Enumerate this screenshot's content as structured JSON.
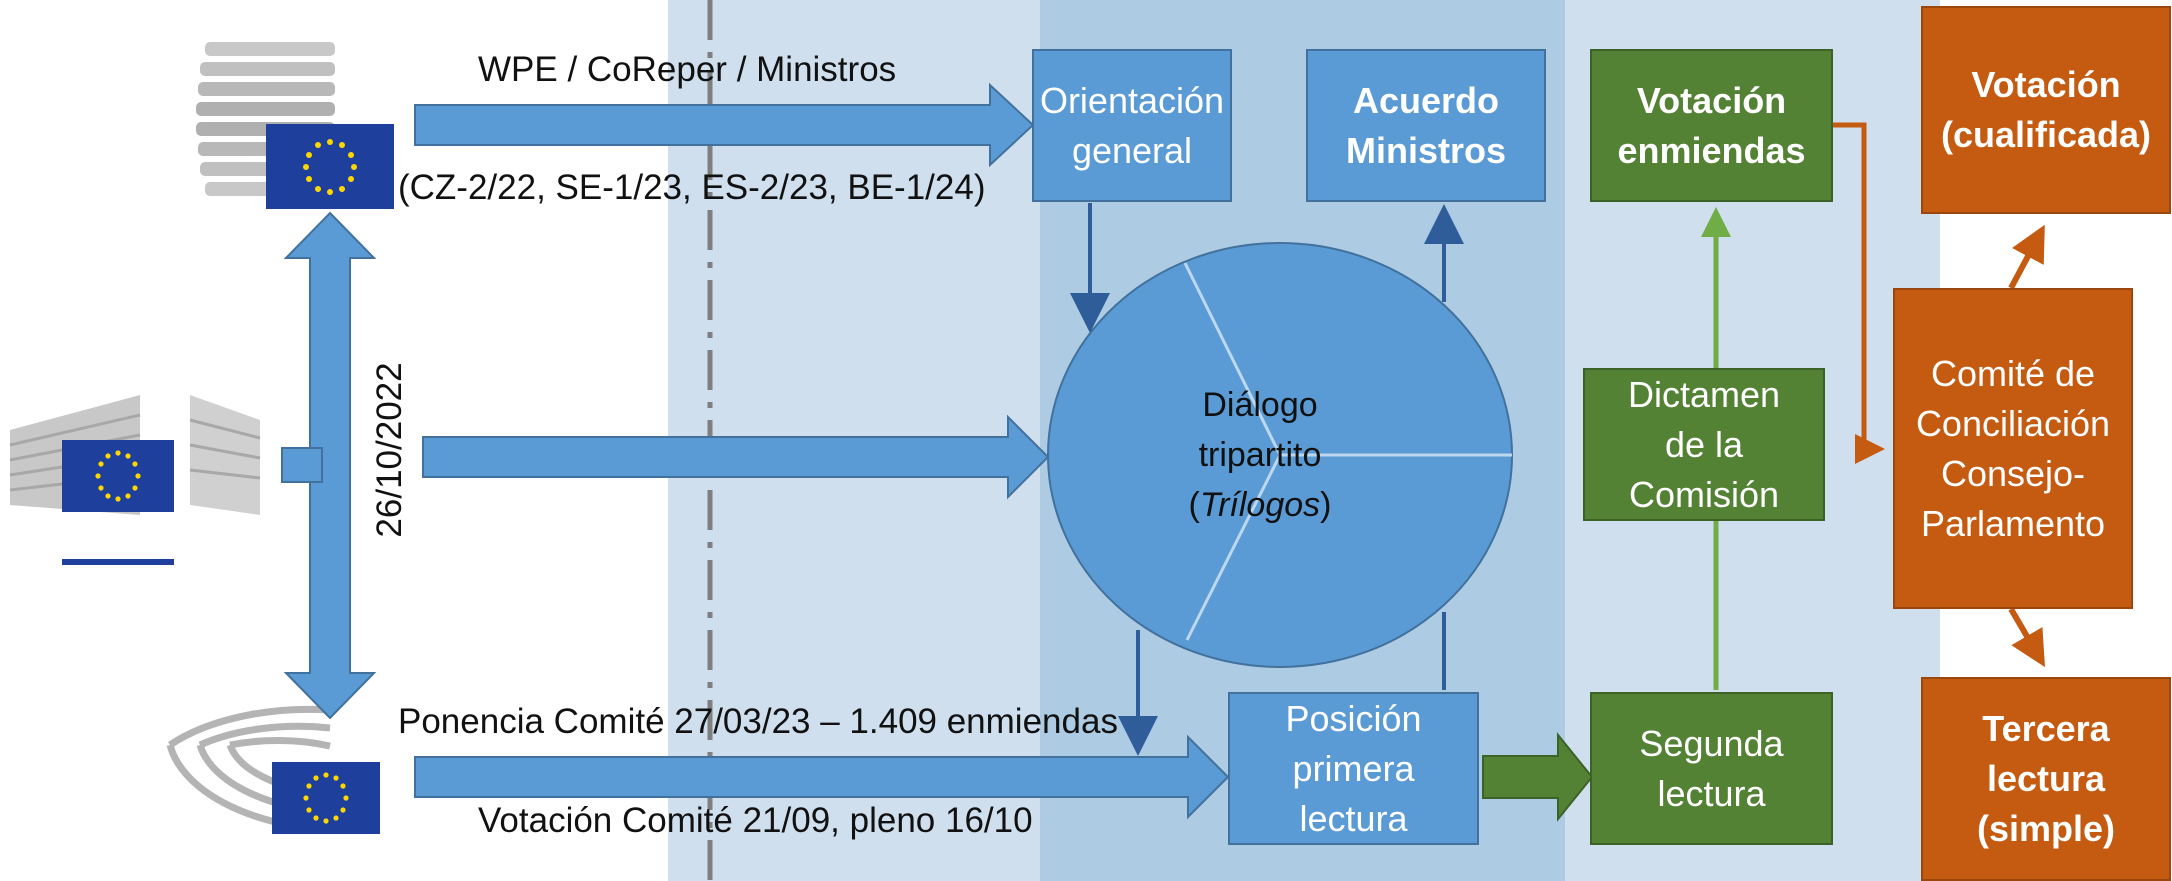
{
  "header_left": "WPE / CoReper / Ministros",
  "council_presidencies": "(CZ-2/22, SE-1/23, ES-2/23, BE-1/24)",
  "date_vertical": "26/10/2022",
  "parliament_top": "Ponencia Comité 27/03/23 – 1.409 enmiendas",
  "parliament_bottom": "Votación Comité 21/09, pleno 16/10",
  "boxes": {
    "orientacion": [
      "Orientación",
      "general"
    ],
    "acuerdo": [
      "Acuerdo",
      "Ministros"
    ],
    "posicion": [
      "Posición",
      "primera",
      "lectura"
    ],
    "votacion_enmiendas": [
      "Votación",
      "enmiendas"
    ],
    "dictamen": [
      "Dictamen",
      "de la",
      "Comisión"
    ],
    "segunda": [
      "Segunda",
      "lectura"
    ],
    "votacion_cualificada": [
      "Votación",
      "(cualificada)"
    ],
    "comite": [
      "Comité de",
      "Conciliación",
      "Consejo-",
      "Parlamento"
    ],
    "tercera": [
      "Tercera",
      "lectura",
      "(simple)"
    ]
  },
  "trilogos": {
    "line1": "Diálogo",
    "line2": "tripartito",
    "paren_open": "(",
    "italic": "Trílogos",
    "paren_close": ")"
  },
  "icons": [
    "council-building-icon",
    "eu-flag-icon",
    "commission-building-icon",
    "parliament-hemicycle-icon"
  ],
  "colors": {
    "blue": "#5b9bd5",
    "green": "#548235",
    "orange": "#c55a11",
    "band_light": "#cfdfee",
    "band_mid": "#aecbe4"
  }
}
